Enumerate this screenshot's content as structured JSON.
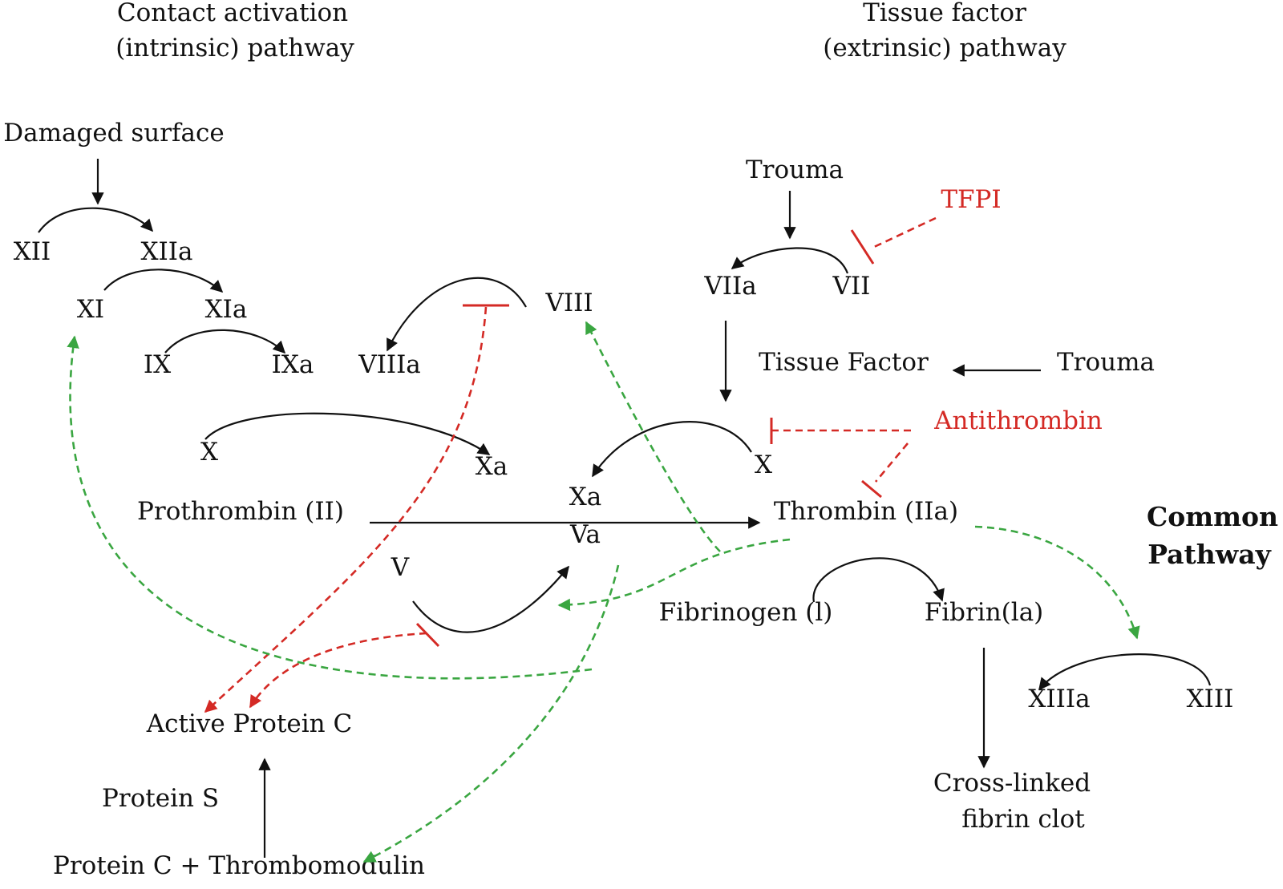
{
  "headers": {
    "intrinsic_line1": "Contact activation",
    "intrinsic_line2": "(intrinsic) pathway",
    "extrinsic_line1": "Tissue factor",
    "extrinsic_line2": "(extrinsic) pathway",
    "common_line1": "Common",
    "common_line2": "Pathway"
  },
  "nodes": {
    "damaged_surface": "Damaged surface",
    "xii": "XII",
    "xiia": "XIIa",
    "xi": "XI",
    "xia": "XIa",
    "ix": "IX",
    "ixa": "IXa",
    "viii": "VIII",
    "viiia": "VIIIa",
    "x_left": "X",
    "xa_left": "Xa",
    "prothrombin": "Prothrombin (II)",
    "xa_center": "Xa",
    "va_center": "Va",
    "v": "V",
    "thrombin": "Thrombin (IIa)",
    "trauma_top": "Trouma",
    "tfpi": "TFPI",
    "viia": "VIIa",
    "vii": "VII",
    "tissue_factor": "Tissue Factor",
    "trauma_right": "Trouma",
    "antithrombin": "Antithrombin",
    "x_right": "X",
    "fibrinogen": "Fibrinogen (l)",
    "fibrin": "Fibrin(la)",
    "xiiia": "XIIIa",
    "xiii": "XIII",
    "clot_line1": "Cross-linked",
    "clot_line2": "fibrin clot",
    "active_protein_c": "Active Protein C",
    "protein_s": "Protein S",
    "protein_c_thrombomodulin": "Protein C + Thrombomodulin"
  },
  "colors": {
    "text": "#111111",
    "inhibition": "#d42a25",
    "activation": "#3aa641"
  }
}
